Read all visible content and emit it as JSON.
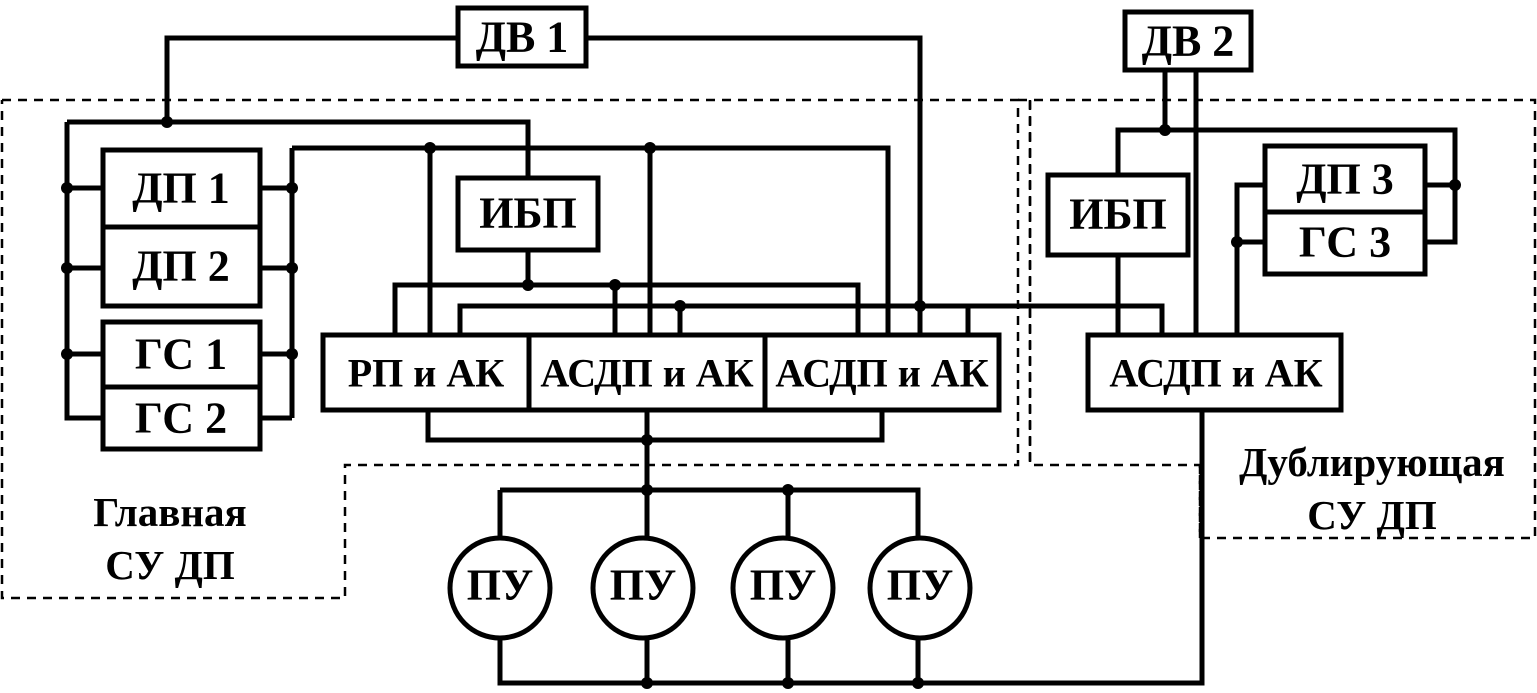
{
  "diagram": {
    "engines": {
      "dv1": "ДВ 1",
      "dv2": "ДВ 2"
    },
    "main_system": {
      "caption_line1": "Главная",
      "caption_line2": "СУ ДП",
      "sensors": [
        "ДП 1",
        "ДП 2"
      ],
      "generators": [
        "ГС 1",
        "ГС 2"
      ],
      "ups": "ИБП",
      "controllers": [
        "РП и АК",
        "АСДП и АК",
        "АСДП и АК"
      ]
    },
    "backup_system": {
      "caption_line1": "Дублирующая",
      "caption_line2": "СУ ДП",
      "ups": "ИБП",
      "sensor": "ДП 3",
      "generator": "ГС 3",
      "controller": "АСДП и АК"
    },
    "control_panels": [
      "ПУ",
      "ПУ",
      "ПУ",
      "ПУ"
    ]
  }
}
